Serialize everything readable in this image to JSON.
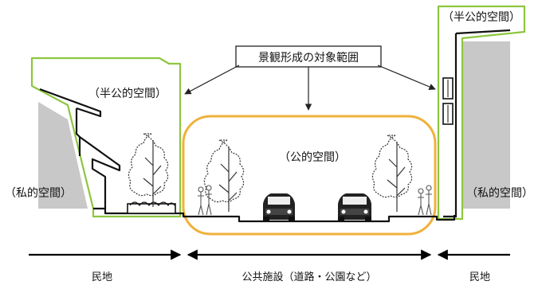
{
  "title": "景観形成の対象範囲",
  "labels": {
    "semi_public_left": "（半公的空間）",
    "semi_public_right": "（半公的空間）",
    "public": "（公的空間）",
    "private_left": "（私的空間）",
    "private_right": "（私的空間）"
  },
  "zones": {
    "left": "民地",
    "center": "公共施設（道路・公園など）",
    "right": "民地"
  },
  "colors": {
    "semi_public_outline": "#8dc63f",
    "public_outline": "#f0b13b",
    "building_fill": "#c8c8c8",
    "ink": "#111111"
  }
}
